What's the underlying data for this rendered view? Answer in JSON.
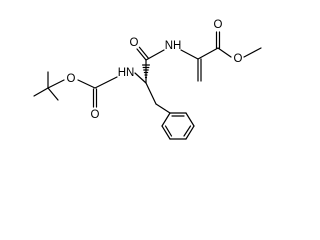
{
  "molecule": {
    "atom_labels": {
      "carbamate_carbonyl_o": "O",
      "carbamate_ester_o": "O",
      "carbamate_nh": "HN",
      "amide_carbonyl_o": "O",
      "amide_nh": "NH",
      "ester_carbonyl_o": "O",
      "ester_o": "O"
    }
  }
}
